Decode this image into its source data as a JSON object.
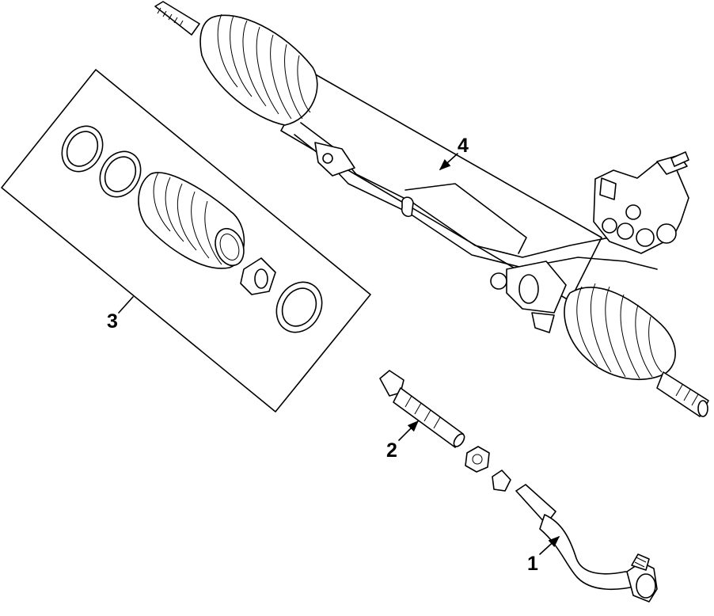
{
  "callouts": {
    "part1": "1",
    "part2": "2",
    "part3": "3",
    "part4": "4"
  }
}
